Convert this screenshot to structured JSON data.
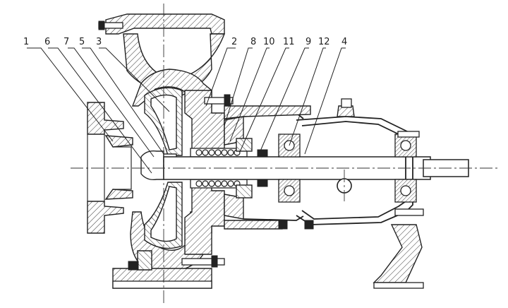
{
  "callouts": [
    {
      "id": "c1",
      "label": "1"
    },
    {
      "id": "c6",
      "label": "6"
    },
    {
      "id": "c7",
      "label": "7"
    },
    {
      "id": "c5",
      "label": "5"
    },
    {
      "id": "c3",
      "label": "3"
    },
    {
      "id": "c2",
      "label": "2"
    },
    {
      "id": "c8",
      "label": "8"
    },
    {
      "id": "c10",
      "label": "10"
    },
    {
      "id": "c11",
      "label": "11"
    },
    {
      "id": "c9",
      "label": "9"
    },
    {
      "id": "c12",
      "label": "12"
    },
    {
      "id": "c4",
      "label": "4"
    }
  ],
  "colors": {
    "ink": "#222222",
    "paper": "#ffffff"
  }
}
